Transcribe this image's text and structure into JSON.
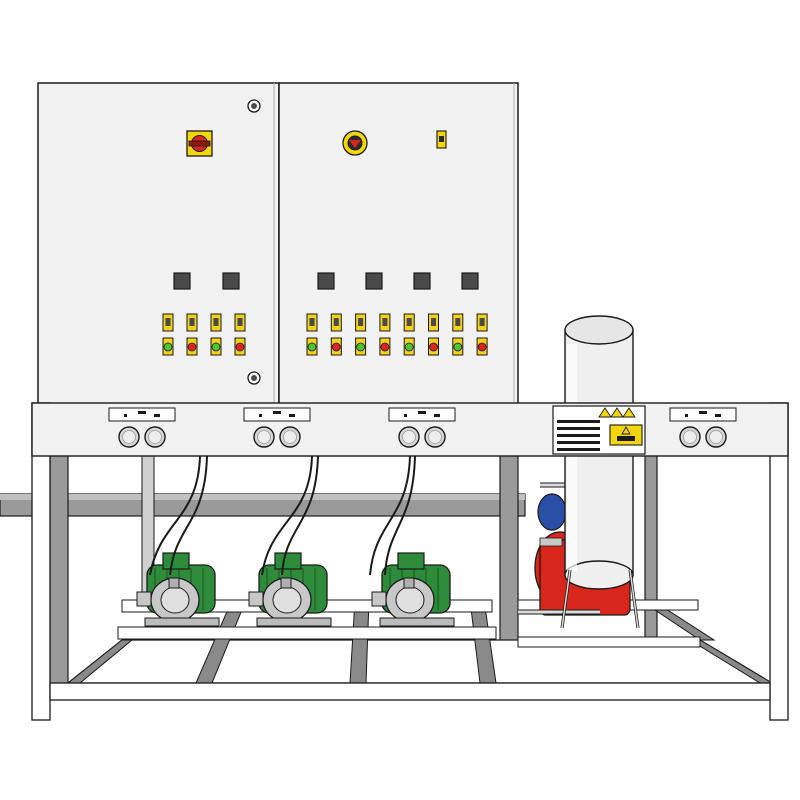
{
  "figure": {
    "kind": "pumping-skid-technical-drawing",
    "background": "#ffffff",
    "colors": {
      "outline": "#1a1a1a",
      "cabinet_fill": "#f2f2f2",
      "frame_fill": "#e6e6e6",
      "frame_dark": "#8a8a8a",
      "pipe_dark": "#7a7a7a",
      "pump_green": "#2e8b3a",
      "pump_green_dark": "#1d5e26",
      "pump_body": "#c8c8c8",
      "tank_fill": "#f0f0f0",
      "red_pump": "#d9261c",
      "blue_pump": "#2a4fa8",
      "lamp_yellow": "#f2d21a",
      "lamp_green": "#4fc234",
      "lamp_red": "#e0241b",
      "button_dark": "#4a4a4a",
      "warning_yellow": "#f4d60c"
    }
  },
  "control_panel": {
    "cabinet_left": {
      "main_switch": "main-isolator-switch",
      "push_buttons": 2,
      "selector_switches": 4,
      "indicator_lamps": [
        "green",
        "red",
        "green",
        "red"
      ]
    },
    "cabinet_right": {
      "main_switch": "emergency-stop-switch",
      "push_buttons": 4,
      "selector_switches": 8,
      "indicator_lamps": [
        "green",
        "red",
        "green",
        "red",
        "green",
        "red",
        "green",
        "red"
      ]
    }
  },
  "skid": {
    "pump_count": 3,
    "pump_model": "centrifugal-pump",
    "gauge_pairs": 4,
    "has_pressure_tank": true,
    "has_booster_pump": true,
    "warning_signs": 3
  }
}
